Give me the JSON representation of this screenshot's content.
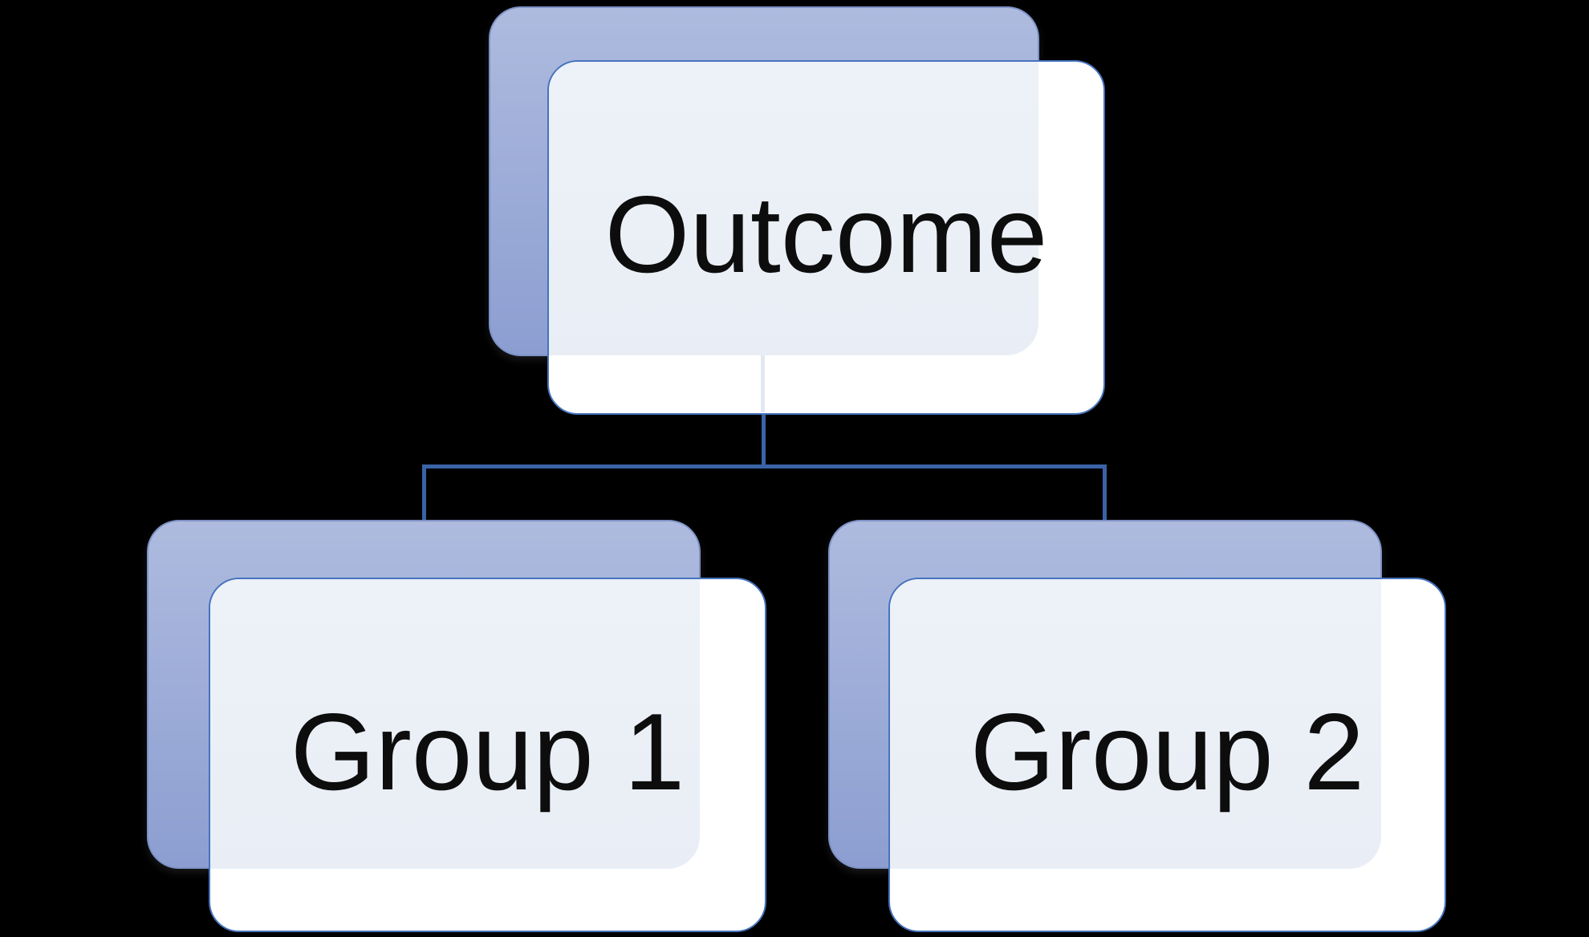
{
  "diagram": {
    "type": "hierarchy",
    "nodes": [
      {
        "id": "outcome",
        "label": "Outcome",
        "level": 0
      },
      {
        "id": "group-1",
        "label": "Group 1",
        "level": 1,
        "parent": "outcome"
      },
      {
        "id": "group-2",
        "label": "Group 2",
        "level": 1,
        "parent": "outcome"
      }
    ],
    "edges": [
      {
        "from": "outcome",
        "to": "group-1"
      },
      {
        "from": "outcome",
        "to": "group-2"
      }
    ]
  },
  "colors": {
    "background": "#000000",
    "connector": "#3a63a6",
    "connector-through-card": "#e2e8f3",
    "back-card-top": "#aebbdf",
    "back-card-bottom": "#8c9ed1",
    "back-card-border": "#7e92c5",
    "front-card-fill": "#ffffff",
    "front-card-border": "#4673bd",
    "overlap-tint-top": "#eef2f8",
    "overlap-tint-bottom": "#e9eef6",
    "text": "#0d0d0d"
  }
}
